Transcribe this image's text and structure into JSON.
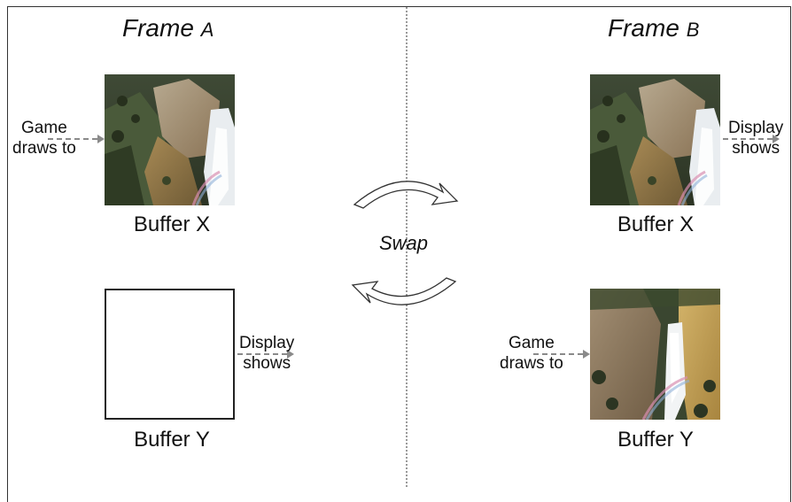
{
  "frame_a": {
    "title_main": "Frame ",
    "title_sub": "A",
    "buffer_x_label": "Buffer X",
    "buffer_y_label": "Buffer Y",
    "game_label_line1": "Game",
    "game_label_line2": "draws to",
    "display_label_line1": "Display",
    "display_label_line2": "shows"
  },
  "frame_b": {
    "title_main": "Frame ",
    "title_sub": "B",
    "buffer_x_label": "Buffer X",
    "buffer_y_label": "Buffer Y",
    "game_label_line1": "Game",
    "game_label_line2": "draws to",
    "display_label_line1": "Display",
    "display_label_line2": "shows"
  },
  "swap_label": "Swap",
  "colors": {
    "arrow_gray": "#8a8a8a",
    "divider_gray": "#9a9a9a"
  }
}
